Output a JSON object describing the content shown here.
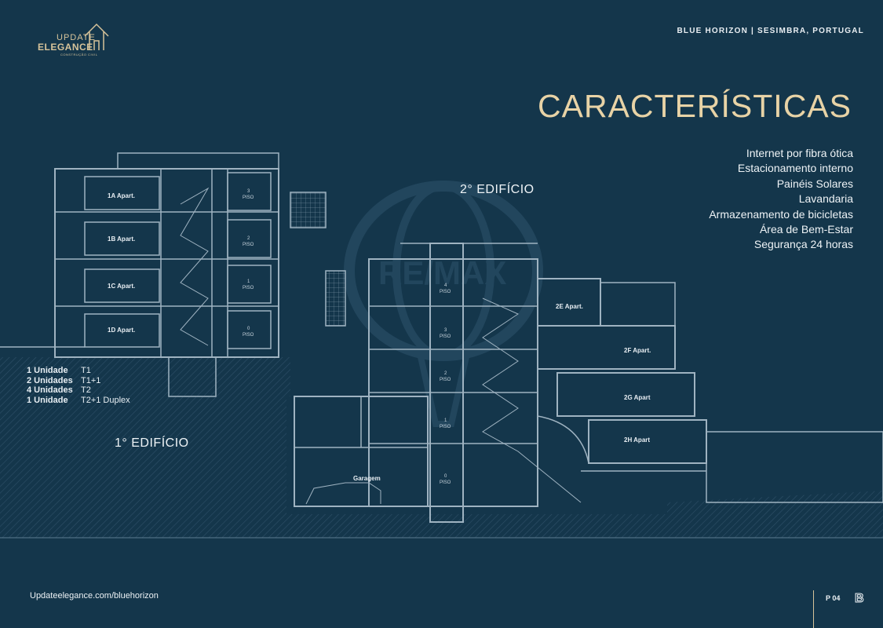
{
  "brand": {
    "line1": "UPDATE",
    "line2": "ELEGANCE",
    "tagline": "CONSTRUÇÃO CIVIL"
  },
  "header": {
    "location": "BLUE HORIZON | SESIMBRA, PORTUGAL"
  },
  "title": "CARACTERÍSTICAS",
  "features": [
    "Internet por fibra ótica",
    "Estacionamento interno",
    "Painéis Solares",
    "Lavandaria",
    "Armazenamento de bicicletas",
    "Área de Bem-Estar",
    "Segurança 24 horas"
  ],
  "units": [
    {
      "count": "1 Unidade",
      "type": "T1"
    },
    {
      "count": "2 Unidades",
      "type": "T1+1"
    },
    {
      "count": "4 Unidades",
      "type": "T2"
    },
    {
      "count": "1 Unidade",
      "type": "T2+1 Duplex"
    }
  ],
  "buildings": {
    "first": "1° EDIFÍCIO",
    "second": "2° EDIFÍCIO"
  },
  "rooms": {
    "a1": "1A Apart.",
    "b1": "1B Apart.",
    "c1": "1C Apart.",
    "d1": "1D Apart.",
    "e2": "2E Apart.",
    "f2": "2F Apart.",
    "g2": "2G Apart",
    "h2": "2H Apart",
    "garage": "Garagem"
  },
  "floors": {
    "f3": "3",
    "f2": "2",
    "f1": "1",
    "f0": "0",
    "f4": "4",
    "word": "PISO"
  },
  "watermark": "RE/MAX",
  "footer": {
    "website": "Updateelegance.com/bluehorizon",
    "page": "P 04",
    "monogram": "B"
  },
  "colors": {
    "background": "#14364b",
    "accent_gold": "#e8d3a6",
    "line": "#8fa6b6"
  }
}
